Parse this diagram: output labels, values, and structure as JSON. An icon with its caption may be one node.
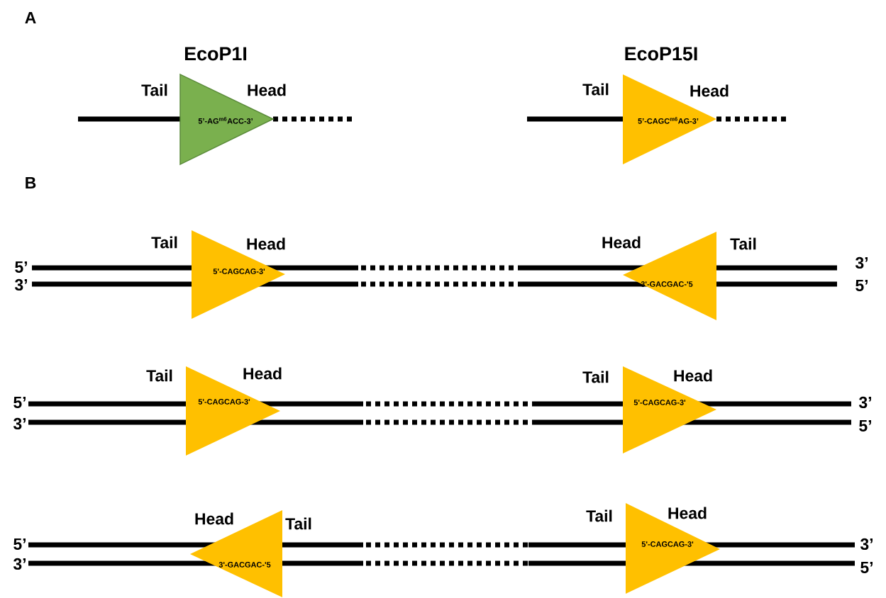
{
  "diagram": {
    "nodes": [
      {
        "text": [
          "EcoP1I",
          "5’-AG$^{m6}$ACC-3’"
        ],
        "beside": [
          "Tail",
          "Head"
        ]
      },
      {
        "text": [
          "EcoP15I",
          "5’-CAGC$^{m6}$AG-3’"
        ],
        "beside": [
          "Tail",
          "Head"
        ]
      },
      {
        "text": [
          "5'-CAGCAG-3'"
        ],
        "beside": [
          "Tail",
          "Head"
        ]
      },
      {
        "text": [
          "3'-GACGAC-'5"
        ],
        "beside": [
          "Head",
          "Tail"
        ]
      },
      {
        "text": [
          "5'-CAGCAG-3'"
        ],
        "beside": [
          "Tail",
          "Head"
        ]
      },
      {
        "text": [
          "5'-CAGCAG-3'"
        ],
        "beside": [
          "Tail",
          "Head"
        ]
      },
      {
        "text": [
          "3'-GACGAC-'5"
        ],
        "beside": [
          "Head",
          "Tail"
        ]
      },
      {
        "text": [
          "5'-CAGCAG-3'"
        ],
        "beside": [
          "Tail",
          "Head"
        ]
      }
    ],
    "labels": [
      "A",
      "B",
      "5’",
      "3’",
      "3’",
      "5’",
      "5’",
      "3’",
      "3’",
      "5’",
      "5’",
      "3’",
      "3’",
      "5’"
    ]
  }
}
